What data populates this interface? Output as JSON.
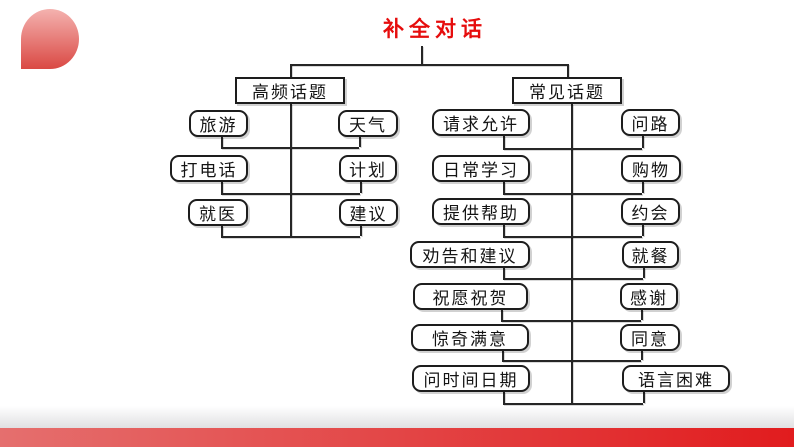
{
  "title": {
    "text": "补全对话",
    "color": "#e60d0d"
  },
  "decor": {
    "teardrop_top_color": "#f4b2af",
    "teardrop_bottom_color": "#da4944",
    "footer_fade_color": "#e0e0e2",
    "footer_bar_left_color": "#e56f6e",
    "footer_bar_right_color": "#e11c1e",
    "line_color": "#262626"
  },
  "tree": {
    "root_label": "补全对话",
    "branches": [
      {
        "label": "高频话题",
        "left_items": [
          "旅游",
          "打电话",
          "就医"
        ],
        "right_items": [
          "天气",
          "计划",
          "建议"
        ]
      },
      {
        "label": "常见话题",
        "left_items": [
          "请求允许",
          "日常学习",
          "提供帮助",
          "劝告和建议",
          "祝愿祝贺",
          "惊奇满意",
          "问时间日期"
        ],
        "right_items": [
          "问路",
          "购物",
          "约会",
          "就餐",
          "感谢",
          "同意",
          "语言困难"
        ]
      }
    ]
  }
}
